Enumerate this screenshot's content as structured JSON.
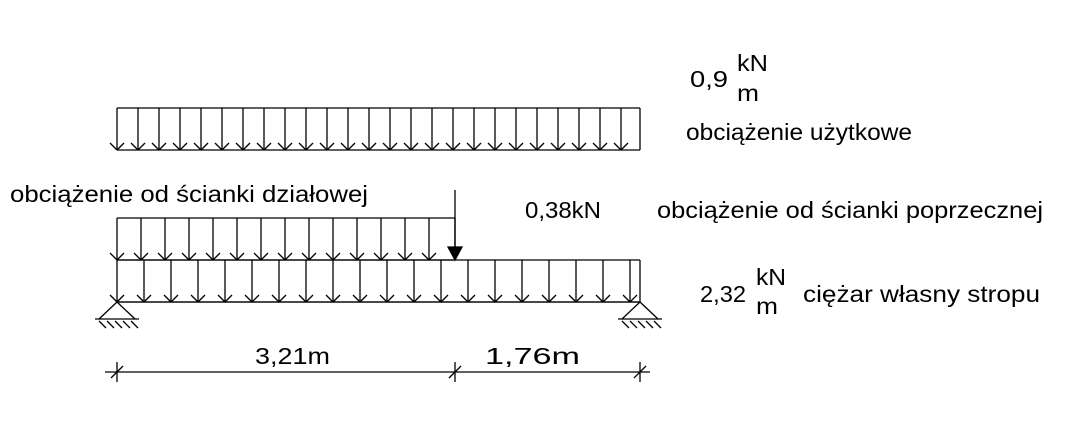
{
  "loads": {
    "live": {
      "value": "0,9",
      "unit_num": "kN",
      "unit_den": "m",
      "label": "obciążenie użytkowe"
    },
    "partition": {
      "label": "obciążenie od ścianki działowej"
    },
    "cross_wall": {
      "value": "0,38kN",
      "label": "obciążenie od ścianki poprzecznej"
    },
    "self_weight": {
      "value": "2,32",
      "unit_num": "kN",
      "unit_den": "m",
      "label": "ciężar własny stropu"
    }
  },
  "dimensions": [
    "3,21m",
    "1,76m"
  ],
  "colors": {
    "line": "#000000",
    "background": "#ffffff"
  }
}
